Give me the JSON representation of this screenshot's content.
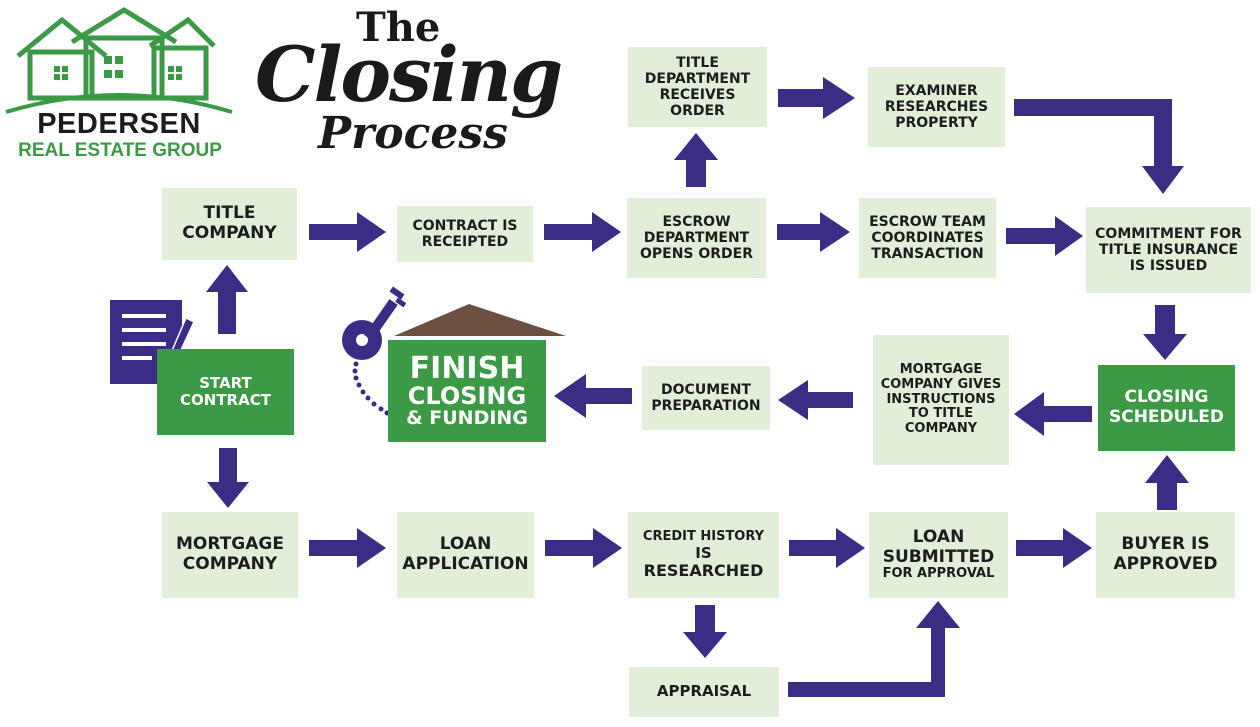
{
  "logo": {
    "name": "PEDERSEN",
    "subtitle": "REAL ESTATE GROUP"
  },
  "title": {
    "the": "The",
    "closing": "Closing",
    "process": "Process"
  },
  "colors": {
    "green": "#3c9a46",
    "light_green": "#e2efd8",
    "arrow": "#3b2c85",
    "roof": "#6b4f3f"
  },
  "nodes": {
    "title_company": [
      "TITLE",
      "COMPANY"
    ],
    "contract_receipted": [
      "CONTRACT IS",
      "RECEIPTED"
    ],
    "escrow_opens": [
      "ESCROW",
      "DEPARTMENT",
      "OPENS ORDER"
    ],
    "title_dept": [
      "TITLE",
      "DEPARTMENT",
      "RECEIVES",
      "ORDER"
    ],
    "examiner": [
      "EXAMINER",
      "RESEARCHES",
      "PROPERTY"
    ],
    "escrow_team": [
      "ESCROW TEAM",
      "COORDINATES",
      "TRANSACTION"
    ],
    "commitment": [
      "COMMITMENT FOR",
      "TITLE INSURANCE",
      "IS ISSUED"
    ],
    "start_contract": [
      "START",
      "CONTRACT"
    ],
    "closing_scheduled": [
      "CLOSING",
      "SCHEDULED"
    ],
    "mortgage_instructions": [
      "MORTGAGE",
      "COMPANY GIVES",
      "INSTRUCTIONS",
      "TO TITLE",
      "COMPANY"
    ],
    "document_prep": [
      "DOCUMENT",
      "PREPARATION"
    ],
    "finish": [
      "FINISH",
      "CLOSING",
      "& FUNDING"
    ],
    "mortgage_company": [
      "MORTGAGE",
      "COMPANY"
    ],
    "loan_application": [
      "LOAN",
      "APPLICATION"
    ],
    "credit_history": [
      "CREDIT HISTORY",
      "IS",
      "RESEARCHED"
    ],
    "loan_submitted": [
      "LOAN",
      "SUBMITTED",
      "FOR APPROVAL"
    ],
    "buyer_approved": [
      "BUYER IS",
      "APPROVED"
    ],
    "appraisal": [
      "APPRAISAL"
    ]
  }
}
